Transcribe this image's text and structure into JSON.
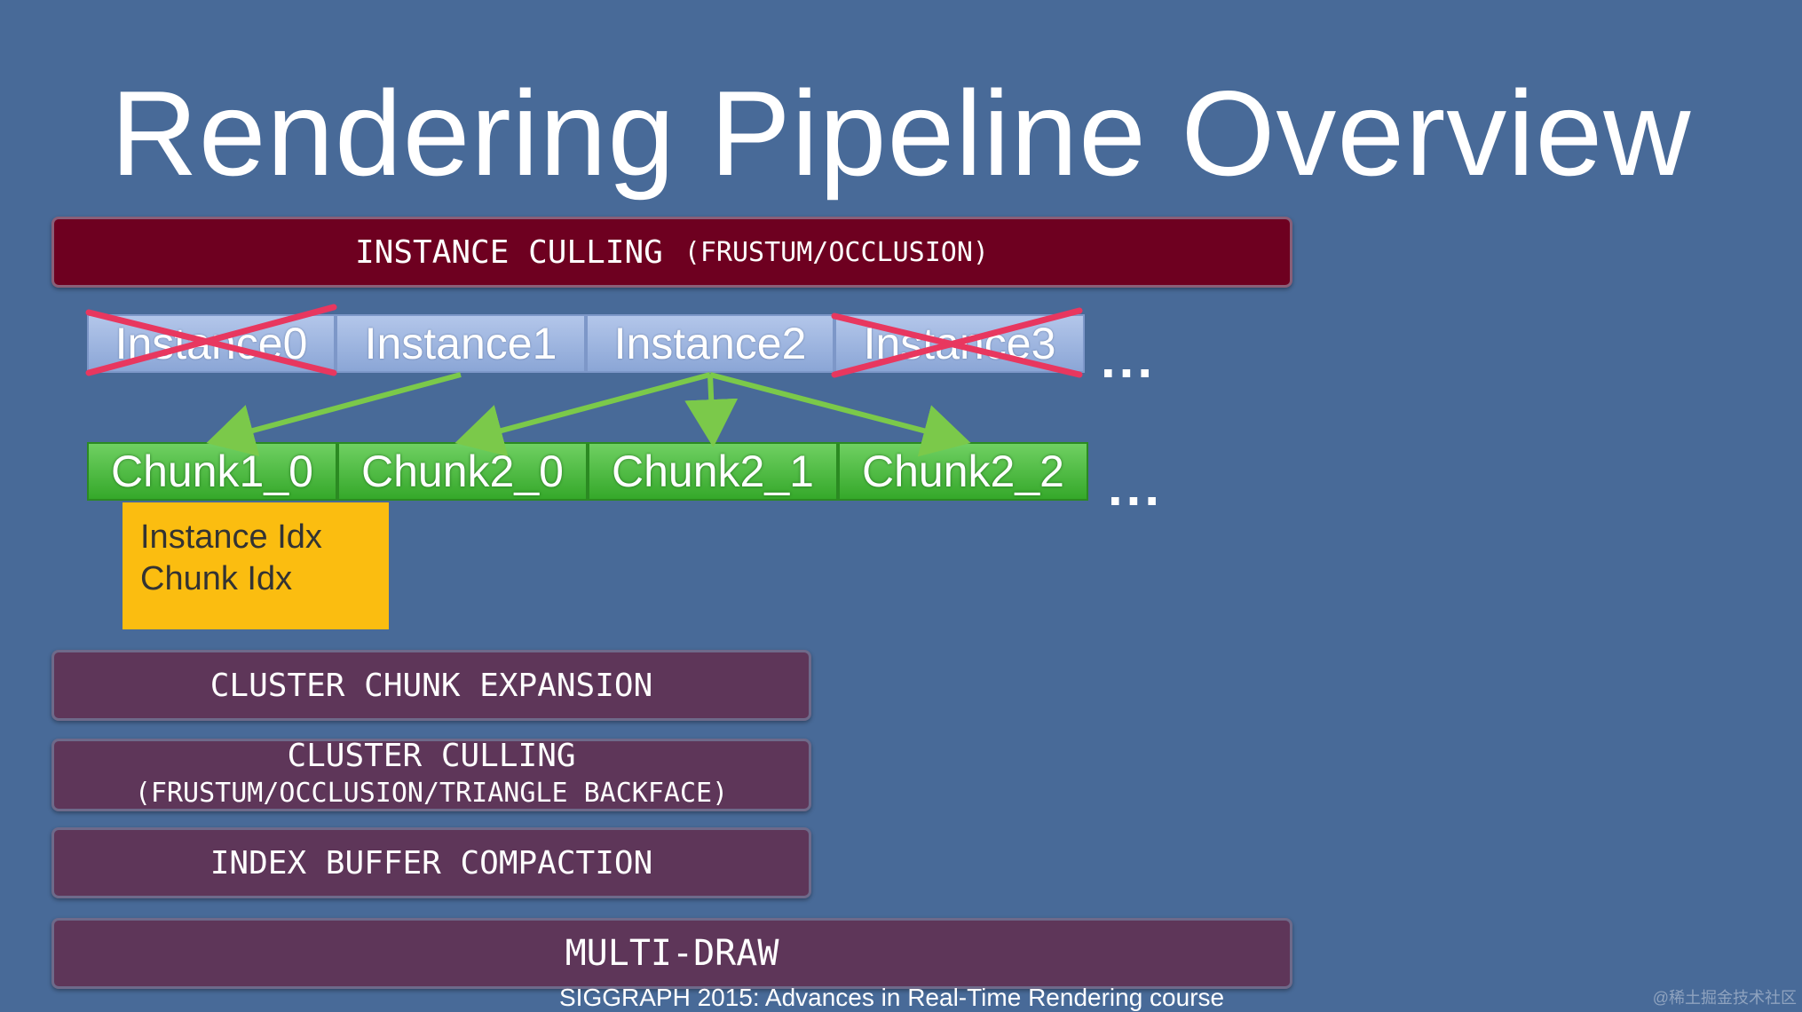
{
  "title": "Rendering Pipeline Overview",
  "stages": {
    "instance_culling": {
      "main": "INSTANCE CULLING",
      "sub": "(FRUSTUM/OCCLUSION)"
    },
    "cluster_chunk_expansion": "CLUSTER CHUNK EXPANSION",
    "cluster_culling": {
      "line1": "CLUSTER CULLING",
      "line2": "(FRUSTUM/OCCLUSION/TRIANGLE BACKFACE)"
    },
    "index_buffer_compaction": "INDEX BUFFER COMPACTION",
    "multi_draw": "MULTI-DRAW"
  },
  "instances": [
    {
      "label": "Instance0",
      "culled": true
    },
    {
      "label": "Instance1",
      "culled": false
    },
    {
      "label": "Instance2",
      "culled": false
    },
    {
      "label": "Instance3",
      "culled": true
    }
  ],
  "chunks": [
    "Chunk1_0",
    "Chunk2_0",
    "Chunk2_1",
    "Chunk2_2"
  ],
  "ellipsis": "...",
  "chunk_info": {
    "line1": "Instance Idx",
    "line2": "Chunk Idx"
  },
  "footer": "SIGGRAPH 2015: Advances in Real-Time Rendering course",
  "watermark": "@稀土掘金技术社区",
  "colors": {
    "background": "#486a98",
    "instance_culling": "#6e0020",
    "stage": "#5e3659",
    "instance": "#9bb3e0",
    "chunk": "#4cbb3f",
    "chunk_info": "#fbbd10",
    "arrow": "#7bc94a",
    "cross": "#e8375f"
  }
}
